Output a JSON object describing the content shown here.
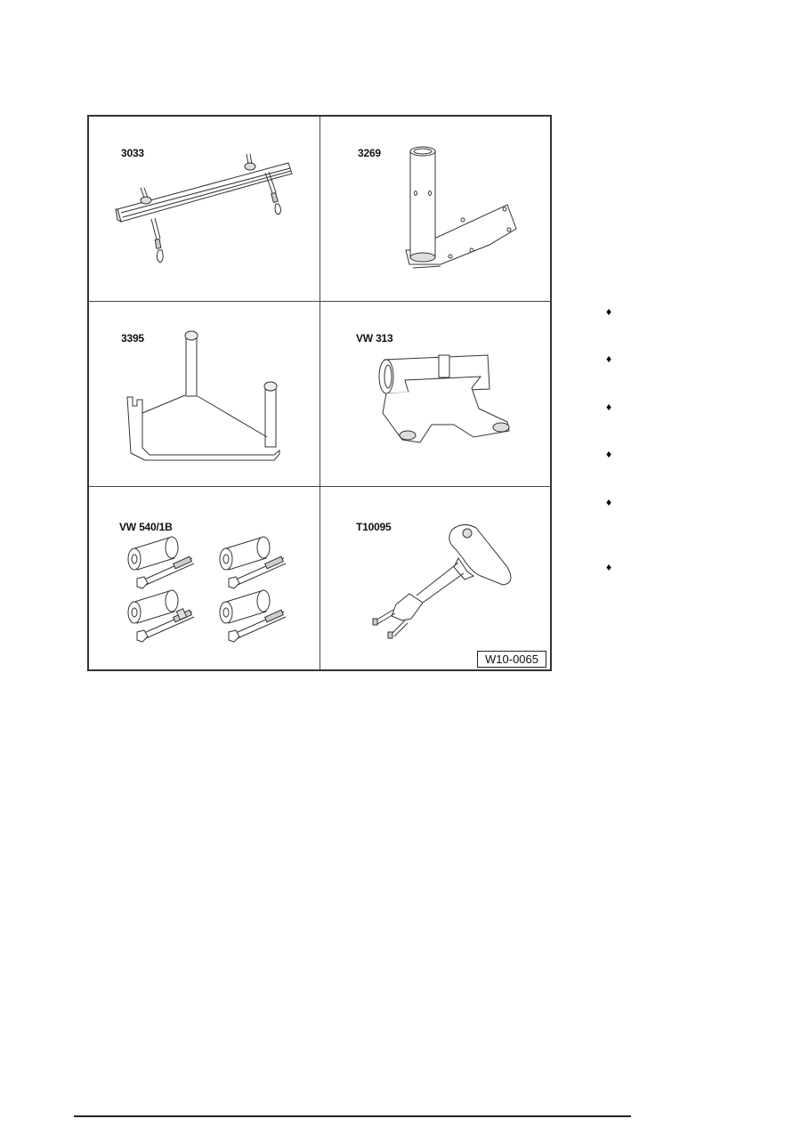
{
  "figure": {
    "reference_code": "W10-0065",
    "tools": [
      {
        "id": "3033",
        "label": "3033",
        "description": "support bar with hooks"
      },
      {
        "id": "3269",
        "label": "3269",
        "description": "tube on base plate"
      },
      {
        "id": "3395",
        "label": "3395",
        "description": "bracket with two pins"
      },
      {
        "id": "VW313",
        "label": "VW 313",
        "description": "mounting support"
      },
      {
        "id": "VW540-1B",
        "label": "VW 540/1B",
        "description": "sleeves and bolts set"
      },
      {
        "id": "T10095",
        "label": "T10095",
        "description": "T-handle fork tool"
      }
    ]
  },
  "bullets": [
    {
      "icon": "diamond-bullet-icon",
      "glyph": "♦"
    },
    {
      "icon": "diamond-bullet-icon",
      "glyph": "♦"
    },
    {
      "icon": "diamond-bullet-icon",
      "glyph": "♦"
    },
    {
      "icon": "diamond-bullet-icon",
      "glyph": "♦"
    },
    {
      "icon": "diamond-bullet-icon",
      "glyph": "♦"
    },
    {
      "icon": "diamond-bullet-icon",
      "glyph": "♦"
    }
  ]
}
